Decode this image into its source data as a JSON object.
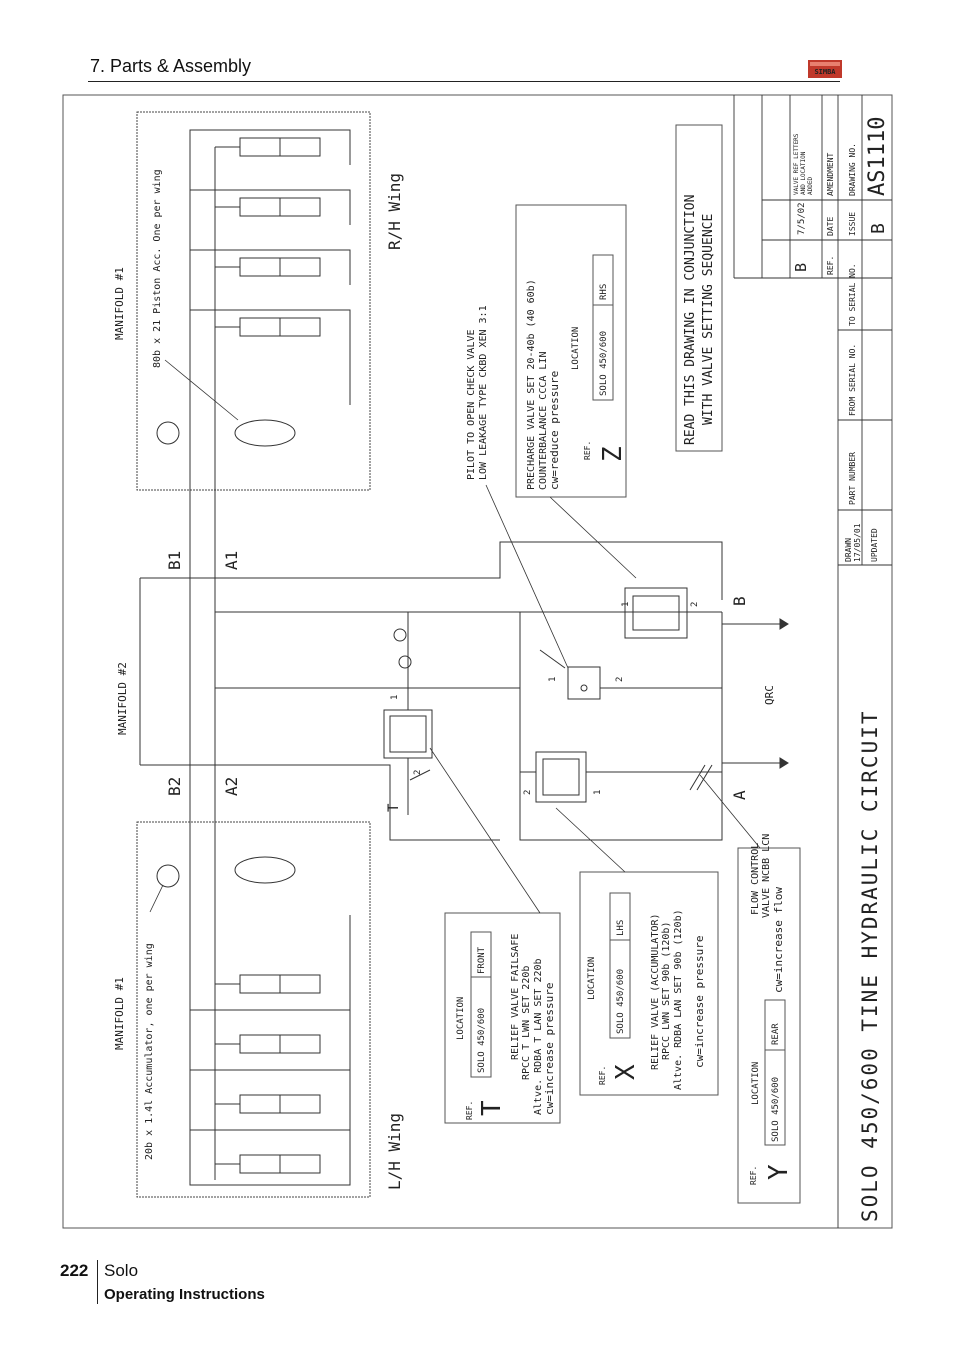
{
  "header": {
    "section_title": "7. Parts & Assembly",
    "logo_text": "SIMBA",
    "logo_color": "#c0392b"
  },
  "footer": {
    "page_number": "222",
    "product": "Solo",
    "subtitle": "Operating Instructions"
  },
  "drawing": {
    "title": "SOLO 450/600 TINE HYDRAULIC CIRCUIT",
    "note": [
      "READ THIS DRAWING IN CONJUNCTION",
      "WITH VALVE SETTING SEQUENCE"
    ],
    "manifold1_top": "MANIFOLD #1",
    "manifold1_top_note": "80b x 21 Piston Acc. One per wing",
    "manifold2": "MANIFOLD #2",
    "manifold1_bottom": "MANIFOLD #1",
    "manifold1_bottom_note": "20b x 1.4l Accumulator, one per wing",
    "rh_wing": "R/H Wing",
    "lh_wing": "L/H Wing",
    "ports": {
      "b1": "B1",
      "a1": "A1",
      "b2": "B2",
      "a2": "A2",
      "t": "T",
      "a": "A",
      "b": "B",
      "qrc": "QRC"
    },
    "pilot_note": [
      "PILOT TO OPEN CHECK VALVE",
      "LOW LEAKAGE TYPE CKBD XEN 3:1"
    ],
    "port_marks": [
      "1",
      "2"
    ],
    "ref_z": {
      "ref_label": "REF.",
      "ref": "Z",
      "lines": [
        "PRECHARGE VALVE SET 20-40b (40 60b)",
        "COUNTERBALANCE CCCA LIN",
        "cw=reduce pressure"
      ],
      "location_label": "LOCATION",
      "location": "SOLO 450/600",
      "side": "RHS"
    },
    "ref_t": {
      "ref_label": "REF.",
      "ref": "T",
      "lines": [
        "RELIEF VALVE FAILSAFE",
        "RPCC T LWN SET 220b",
        "Altve. RDBA T LAN SET 220b",
        "cw=increase pressure"
      ],
      "location_label": "LOCATION",
      "location": "SOLO 450/600",
      "side": "FRONT"
    },
    "ref_x": {
      "ref_label": "REF.",
      "ref": "X",
      "lines": [
        "RELIEF VALVE (ACCUMULATOR)",
        "RPCC LWN SET 90b (120b)",
        "Altve. RDBA LAN SET 90b (120b)",
        "cw=increase pressure"
      ],
      "location_label": "LOCATION",
      "location": "SOLO 450/600",
      "side": "LHS"
    },
    "ref_y": {
      "ref_label": "REF.",
      "ref": "Y",
      "lines": [
        "FLOW CONTROL",
        "VALVE NCBB LCN",
        "cw=increase flow"
      ],
      "location_label": "LOCATION",
      "location": "SOLO 450/600",
      "side": "REAR"
    },
    "title_block": {
      "rev_issue": "B",
      "rev_date": "7/5/02",
      "rev_amendment": [
        "VALVE REF LETTERS",
        "AND LOCATION",
        "ADDED"
      ],
      "h_ref": "REF.",
      "h_date": "DATE",
      "h_amend": "AMENDMENT",
      "to_serial": "TO SERIAL NO.",
      "issue_label": "ISSUE",
      "issue": "B",
      "drawing_no_label": "DRAWING NO.",
      "drawing_no": "AS1110",
      "from_serial": "FROM SERIAL NO.",
      "part_number": "PART NUMBER",
      "drawn_label": "DRAWN",
      "drawn_date": "17/05/01",
      "updated_label": "UPDATED"
    }
  }
}
